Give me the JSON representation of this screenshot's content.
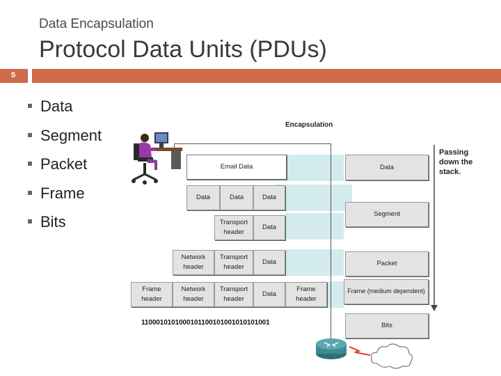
{
  "header": {
    "subtitle": "Data Encapsulation",
    "title": "Protocol Data Units (PDUs)",
    "slide_number": "5"
  },
  "bullets": [
    "Data",
    "Segment",
    "Packet",
    "Frame",
    "Bits"
  ],
  "diagram": {
    "encapsulation_label": "Encapsulation",
    "passing_label": [
      "Passing",
      "down the",
      "stack."
    ],
    "rows": {
      "email": {
        "left": "Email Data",
        "right": "Data"
      },
      "segment": {
        "cells": [
          "Data",
          "Data",
          "Data"
        ],
        "right": "Segment"
      },
      "transport": {
        "header": [
          "Transport",
          "header"
        ],
        "data": "Data"
      },
      "network": {
        "network": [
          "Network",
          "header"
        ],
        "transport": [
          "Transport",
          "header"
        ],
        "data": "Data",
        "right": "Packet"
      },
      "frame": {
        "frame_header": [
          "Frame",
          "header"
        ],
        "network": [
          "Network",
          "header"
        ],
        "transport": [
          "Transport",
          "header"
        ],
        "data": "Data",
        "frame_trailer": [
          "Frame",
          "header"
        ],
        "right": "Frame (medium dependent)"
      },
      "bits": {
        "stream": "1100010101000101100101001010101001",
        "right": "Bits"
      }
    },
    "colors": {
      "accent": "#cf6a4a",
      "teal": "#d3ebec",
      "box": "#e3e3e3"
    }
  }
}
